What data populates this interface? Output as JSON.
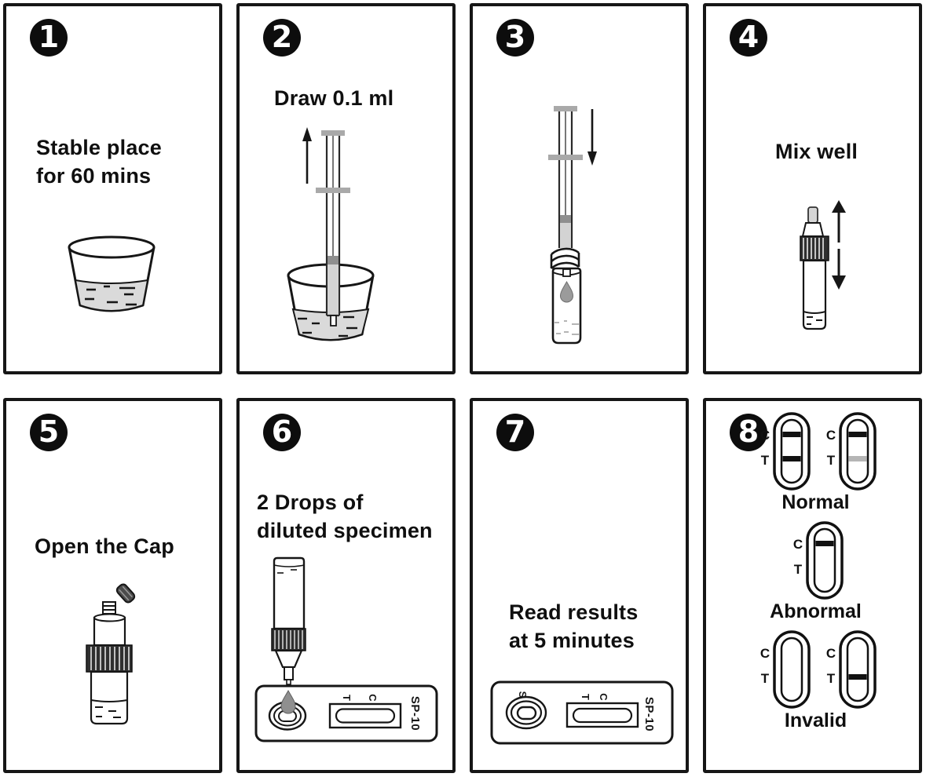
{
  "colors": {
    "ink": "#161616",
    "band_black": "#111111",
    "band_gray": "#b5b5b5",
    "liquid_gray": "#dadada",
    "hardware_gray": "#a9a9a9"
  },
  "panels": [
    {
      "number": "1",
      "caption_lines": [
        "Stable place",
        "for 60 mins"
      ]
    },
    {
      "number": "2",
      "caption_lines": [
        "Draw 0.1 ml"
      ]
    },
    {
      "number": "3",
      "caption_lines": []
    },
    {
      "number": "4",
      "caption_lines": [
        "Mix well"
      ]
    },
    {
      "number": "5",
      "caption_lines": [
        "Open the Cap"
      ]
    },
    {
      "number": "6",
      "caption_lines": [
        "2 Drops of",
        "diluted specimen"
      ],
      "cassette": {
        "t": "T",
        "c": "C",
        "model": "SP-10"
      }
    },
    {
      "number": "7",
      "caption_lines": [
        "Read results",
        "at 5 minutes"
      ],
      "cassette": {
        "s": "S",
        "t": "T",
        "c": "C",
        "model": "SP-10"
      }
    },
    {
      "number": "8",
      "strip_labels": {
        "c": "C",
        "t": "T"
      },
      "results": [
        {
          "label": "Normal",
          "strips": [
            {
              "c_band": "black",
              "t_band": "black"
            },
            {
              "c_band": "black",
              "t_band": "gray"
            }
          ]
        },
        {
          "label": "Abnormal",
          "strips": [
            {
              "c_band": "black",
              "t_band": "none"
            }
          ]
        },
        {
          "label": "Invalid",
          "strips": [
            {
              "c_band": "none",
              "t_band": "none"
            },
            {
              "c_band": "none",
              "t_band": "black"
            }
          ]
        }
      ]
    }
  ]
}
